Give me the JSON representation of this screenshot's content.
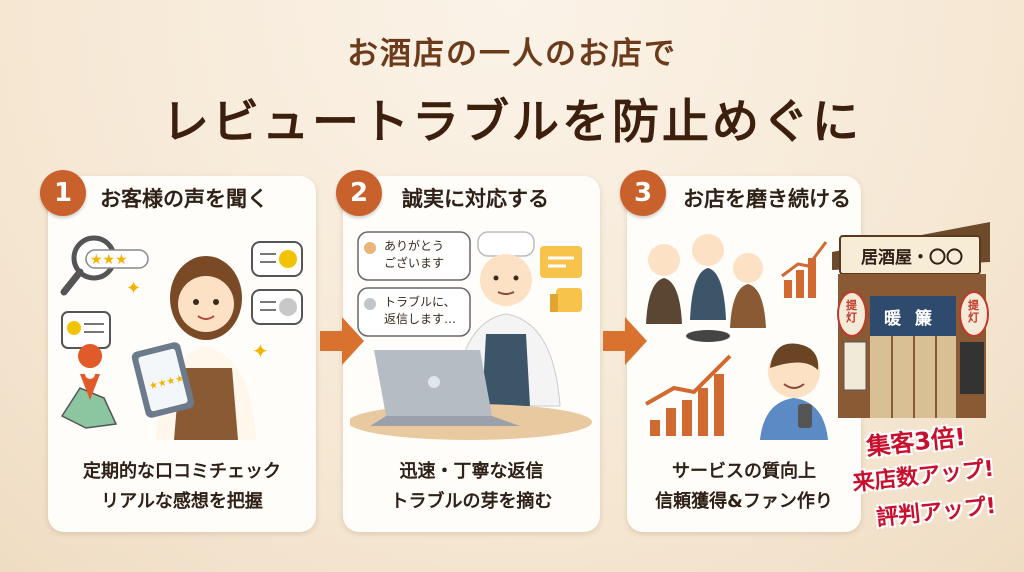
{
  "header": {
    "title_line1": "お酒店の一人のお店で",
    "title_line2": "レビュートラブルを防止めぐに"
  },
  "steps": [
    {
      "number": "1",
      "title": "お客様の声を聞く",
      "caption_line1": "定期的な口コミチェック",
      "caption_line2": "リアルな感想を把握",
      "icons": [
        "magnifier-stars-icon",
        "smile-bubble-icon",
        "neutral-bubble-icon",
        "review-bubble-icon",
        "map-pin-icon",
        "tablet-icon"
      ]
    },
    {
      "number": "2",
      "title": "誠実に対応する",
      "caption_line1": "迅速・丁寧な返信",
      "caption_line2": "トラブルの芽を摘む",
      "bubble1_line1": "ありがとう",
      "bubble1_line2": "ございます",
      "bubble2_line1": "トラブルに、",
      "bubble2_line2": "返信します…",
      "icons": [
        "laptop-icon",
        "chef-icon",
        "message-icon",
        "thumbs-up-icon"
      ]
    },
    {
      "number": "3",
      "title": "お店を磨き続ける",
      "caption_line1": "サービスの質向上",
      "caption_line2": "信頼獲得&ファン作り",
      "shop_sign": "居酒屋・〇〇",
      "lantern_text": "提灯",
      "noren_text": "暖簾",
      "icons": [
        "growth-chart-icon",
        "staff-group-icon",
        "customer-icon",
        "shop-front-icon"
      ]
    }
  ],
  "results": {
    "line1": "集客3倍!",
    "line2": "来店数アップ!",
    "line3": "評判アップ!"
  },
  "colors": {
    "accent": "#c8612c",
    "background": "#f7ead8",
    "result_red": "#c8102e"
  }
}
